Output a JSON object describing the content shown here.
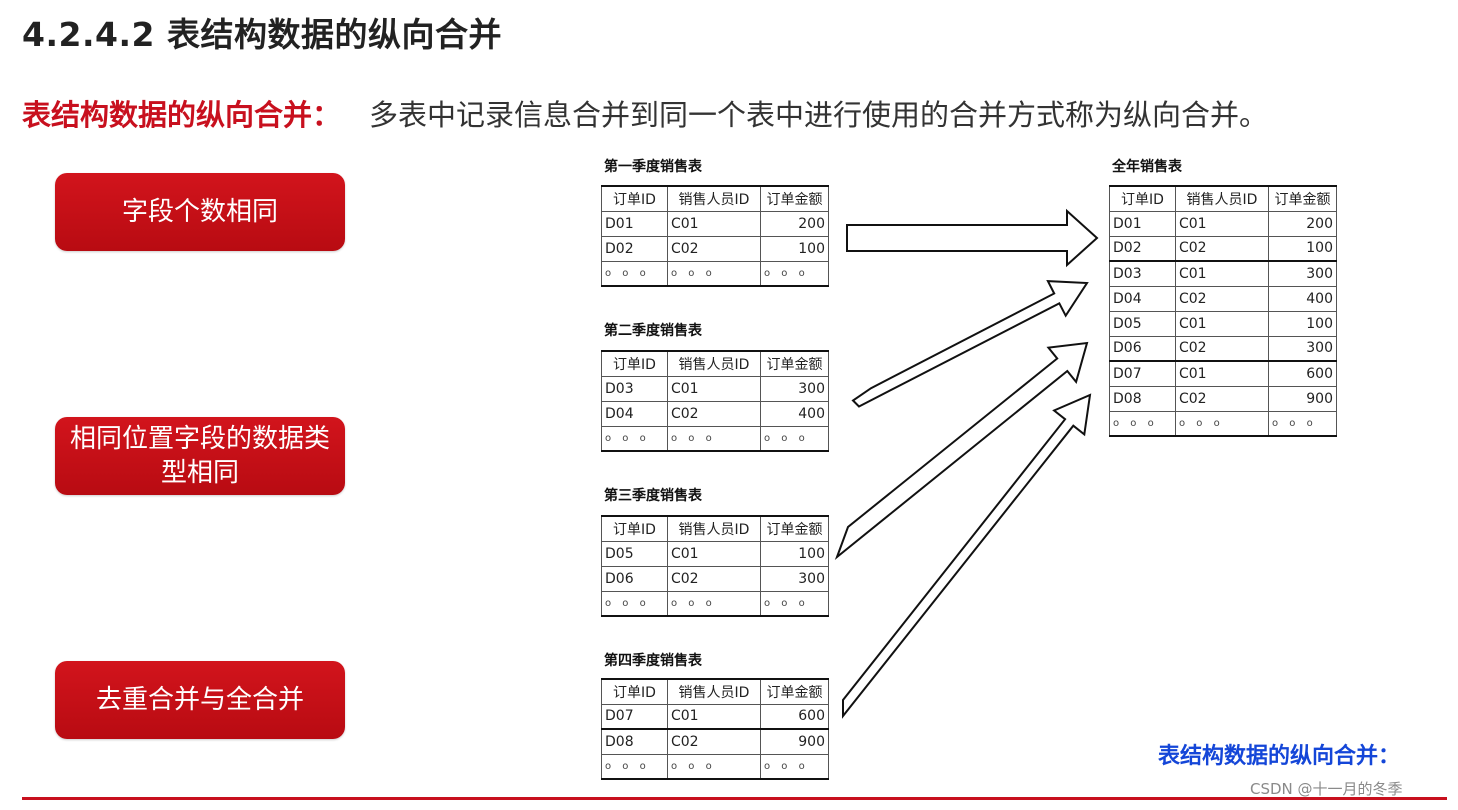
{
  "heading": "4.2.4.2 表结构数据的纵向合并",
  "intro": {
    "label": "表结构数据的纵向合并：",
    "text": "多表中记录信息合并到同一个表中进行使用的合并方式称为纵向合并。"
  },
  "conditions": [
    "字段个数相同",
    "相同位置字段的数据类型相同",
    "去重合并与全合并"
  ],
  "columns": [
    "订单ID",
    "销售人员ID",
    "订单金额"
  ],
  "dots": "o o o",
  "q1": {
    "title": "第一季度销售表",
    "rows": [
      [
        "D01",
        "C01",
        "200"
      ],
      [
        "D02",
        "C02",
        "100"
      ]
    ]
  },
  "q2": {
    "title": "第二季度销售表",
    "rows": [
      [
        "D03",
        "C01",
        "300"
      ],
      [
        "D04",
        "C02",
        "400"
      ]
    ]
  },
  "q3": {
    "title": "第三季度销售表",
    "rows": [
      [
        "D05",
        "C01",
        "100"
      ],
      [
        "D06",
        "C02",
        "300"
      ]
    ]
  },
  "q4": {
    "title": "第四季度销售表",
    "rows": [
      [
        "D07",
        "C01",
        "600"
      ],
      [
        "D08",
        "C02",
        "900"
      ]
    ]
  },
  "full": {
    "title": "全年销售表",
    "rows": [
      [
        "D01",
        "C01",
        "200"
      ],
      [
        "D02",
        "C02",
        "100"
      ],
      [
        "D03",
        "C01",
        "300"
      ],
      [
        "D04",
        "C02",
        "400"
      ],
      [
        "D05",
        "C01",
        "100"
      ],
      [
        "D06",
        "C02",
        "300"
      ],
      [
        "D07",
        "C01",
        "600"
      ],
      [
        "D08",
        "C02",
        "900"
      ]
    ]
  },
  "bottom_label": "表结构数据的纵向合并：",
  "watermark": "CSDN @十一月的冬季"
}
